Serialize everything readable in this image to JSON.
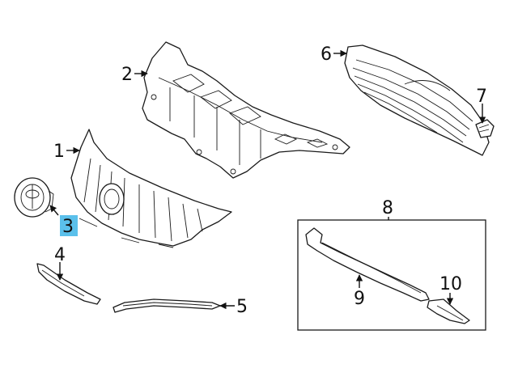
{
  "callouts": {
    "c1": "1",
    "c2": "2",
    "c3": "3",
    "c4": "4",
    "c5": "5",
    "c6": "6",
    "c7": "7",
    "c8": "8",
    "c9": "9",
    "c10": "10"
  },
  "colors": {
    "highlight": "#5bc0eb",
    "line": "#1a1a1a"
  },
  "highlighted_callout": "3"
}
